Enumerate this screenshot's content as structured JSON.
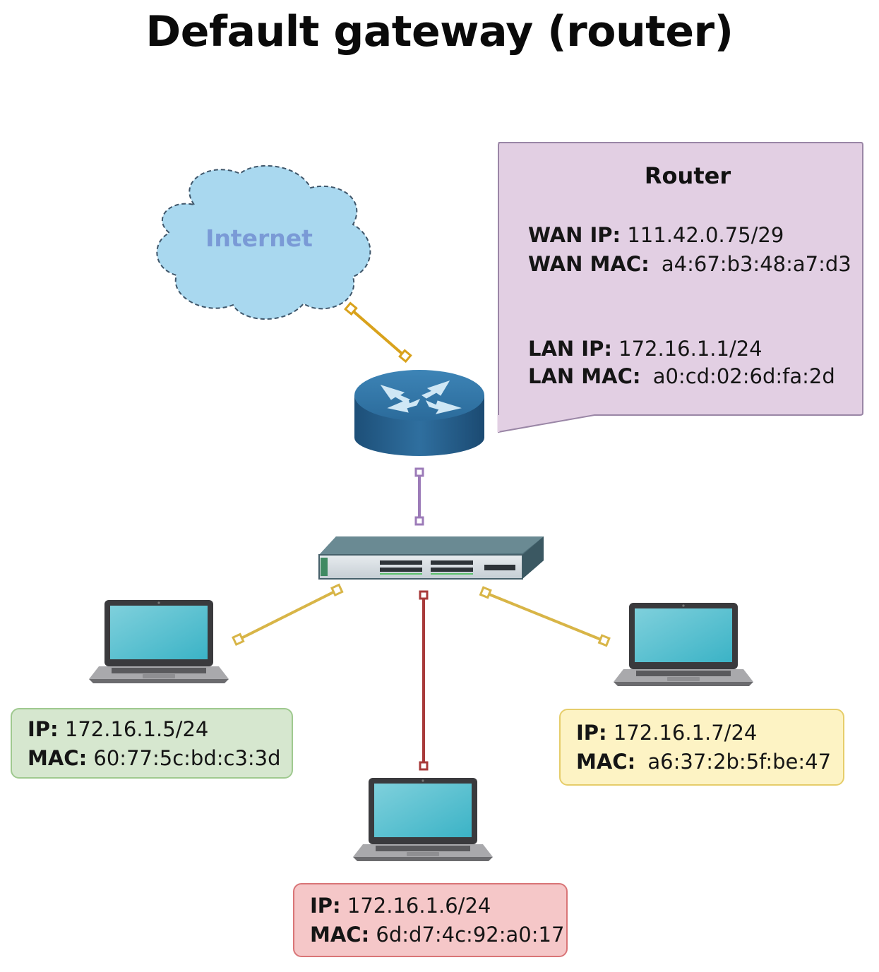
{
  "title": "Default gateway (router)",
  "cloud": {
    "label": "Internet"
  },
  "router": {
    "title": "Router",
    "wan_ip_label": "WAN IP:",
    "wan_ip": "111.42.0.75/29",
    "wan_mac_label": "WAN MAC:",
    "wan_mac": "a4:67:b3:48:a7:d3",
    "lan_ip_label": "LAN IP:",
    "lan_ip": "172.16.1.1/24",
    "lan_mac_label": "LAN MAC:",
    "lan_mac": "a0:cd:02:6d:fa:2d"
  },
  "hosts": [
    {
      "ip_label": "IP:",
      "ip": "172.16.1.5/24",
      "mac_label": "MAC:",
      "mac": "60:77:5c:bd:c3:3d",
      "color": "#d6e7cf"
    },
    {
      "ip_label": "IP:",
      "ip": "172.16.1.6/24",
      "mac_label": "MAC:",
      "mac": "6d:d7:4c:92:a0:17",
      "color": "#f5c7c8"
    },
    {
      "ip_label": "IP:",
      "ip": "172.16.1.7/24",
      "mac_label": "MAC:",
      "mac": "a6:37:2b:5f:be:47",
      "color": "#fdf3c4"
    }
  ],
  "colors": {
    "cloud_fill": "#a9d8ef",
    "callout_fill": "#e2cfe3",
    "link_internet": "#d9a21c",
    "link_uplink": "#9c7bb8",
    "link_host_left": "#d8b547",
    "link_host_center": "#a83a3a",
    "link_host_right": "#d8b547"
  }
}
